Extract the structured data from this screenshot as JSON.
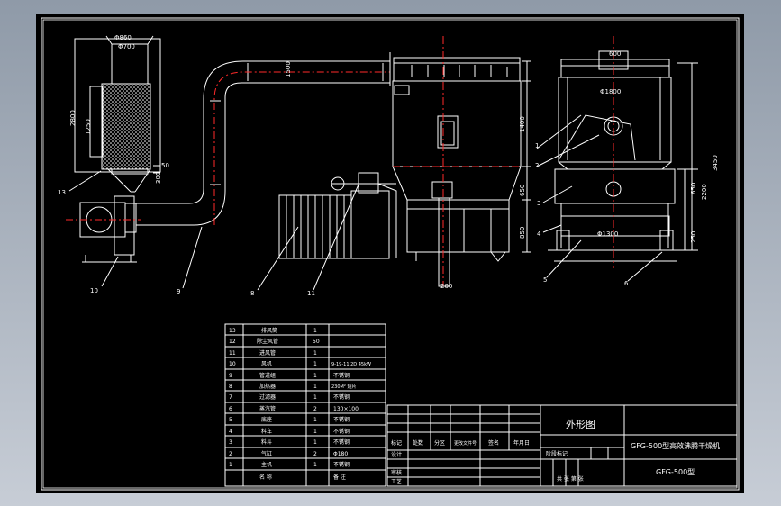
{
  "window": {
    "colors": {
      "background_gradient_top": "#8f9aa8",
      "background_gradient_bottom": "#c7cdd6",
      "sheet": "#000000",
      "line": "#ffffff",
      "centerline": "#ff2a2a"
    }
  },
  "drawing": {
    "dimensions": {
      "phi860": "Φ860",
      "phi700": "Φ700",
      "d2800": "2800",
      "d1250": "1250",
      "d50": "50",
      "d300": "300",
      "d1500": "1500",
      "d200": "200",
      "d1400": "1400",
      "d650": "650",
      "d850": "850",
      "phi1800": "Φ1800",
      "d3450": "3450",
      "d2200": "2200",
      "d650b": "650",
      "d250": "250",
      "phi1300": "Φ1300",
      "d600": "600"
    },
    "callouts": {
      "c1": "1",
      "c2": "2",
      "c3": "3",
      "c4": "4",
      "c5": "5",
      "c6": "6",
      "c8": "8",
      "c9": "9",
      "c10": "10",
      "c11": "11",
      "c13": "13"
    }
  },
  "parts_list": {
    "rows": [
      {
        "no": "13",
        "name": "排风筒",
        "qty": "1",
        "material": "",
        "note": ""
      },
      {
        "no": "12",
        "name": "除尘风管",
        "qty": "50",
        "material": "",
        "note": ""
      },
      {
        "no": "11",
        "name": "进风管",
        "qty": "1",
        "material": "",
        "note": ""
      },
      {
        "no": "10",
        "name": "风机",
        "qty": "1",
        "material": "9-19-11.2D 45kW",
        "note": ""
      },
      {
        "no": "9",
        "name": "管道组",
        "qty": "1",
        "material": "不锈钢",
        "note": ""
      },
      {
        "no": "8",
        "name": "加热器",
        "qty": "1",
        "material": "230M² 翅片",
        "note": ""
      },
      {
        "no": "7",
        "name": "过滤器",
        "qty": "1",
        "material": "不锈钢",
        "note": ""
      },
      {
        "no": "6",
        "name": "蒸汽管",
        "qty": "2",
        "material": "130×100",
        "note": ""
      },
      {
        "no": "5",
        "name": "底座",
        "qty": "1",
        "material": "不锈钢",
        "note": ""
      },
      {
        "no": "4",
        "name": "料车",
        "qty": "1",
        "material": "不锈钢",
        "note": ""
      },
      {
        "no": "3",
        "name": "料斗",
        "qty": "1",
        "material": "不锈钢",
        "note": ""
      },
      {
        "no": "2",
        "name": "气缸",
        "qty": "2",
        "material": "Φ180",
        "note": ""
      },
      {
        "no": "1",
        "name": "主机",
        "qty": "1",
        "material": "不锈钢",
        "note": ""
      },
      {
        "no": "",
        "name": "名 称",
        "qty": "",
        "material": "备 注",
        "note": ""
      }
    ]
  },
  "title_block": {
    "drawing_title": "外形图",
    "product_name": "GFG-500型高效沸腾干燥机",
    "drawing_number": "GFG-500型",
    "mark_label": "标记",
    "count_label": "处数",
    "zone_label": "分区",
    "doc_label": "更改文件号",
    "sign_label": "签名",
    "date_label": "年月日",
    "design_label": "设计",
    "check_label": "审核",
    "process_label": "工艺",
    "stage_label": "阶段标记",
    "sheet_label": "共 张 第 张"
  }
}
